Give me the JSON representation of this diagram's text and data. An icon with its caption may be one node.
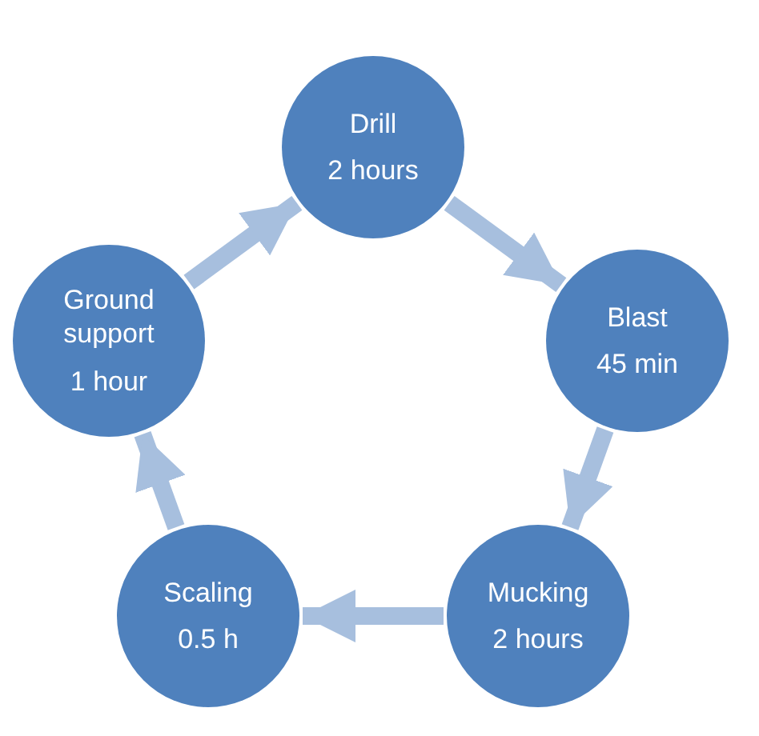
{
  "diagram": {
    "nodes": [
      {
        "text": [
          "Drill",
          "2 hours"
        ]
      },
      {
        "text": [
          "Blast",
          "45 min"
        ]
      },
      {
        "text": [
          "Mucking",
          "2 hours"
        ]
      },
      {
        "text": [
          "Scaling",
          "0.5 h"
        ]
      },
      {
        "text": [
          "Ground support",
          "1 hour"
        ]
      }
    ],
    "edges": [
      {
        "from": 0,
        "to": 1,
        "arrow": "to"
      },
      {
        "from": 1,
        "to": 2,
        "arrow": "to"
      },
      {
        "from": 2,
        "to": 3,
        "arrow": "to"
      },
      {
        "from": 3,
        "to": 4,
        "arrow": "to"
      },
      {
        "from": 4,
        "to": 0,
        "arrow": "to"
      }
    ]
  }
}
